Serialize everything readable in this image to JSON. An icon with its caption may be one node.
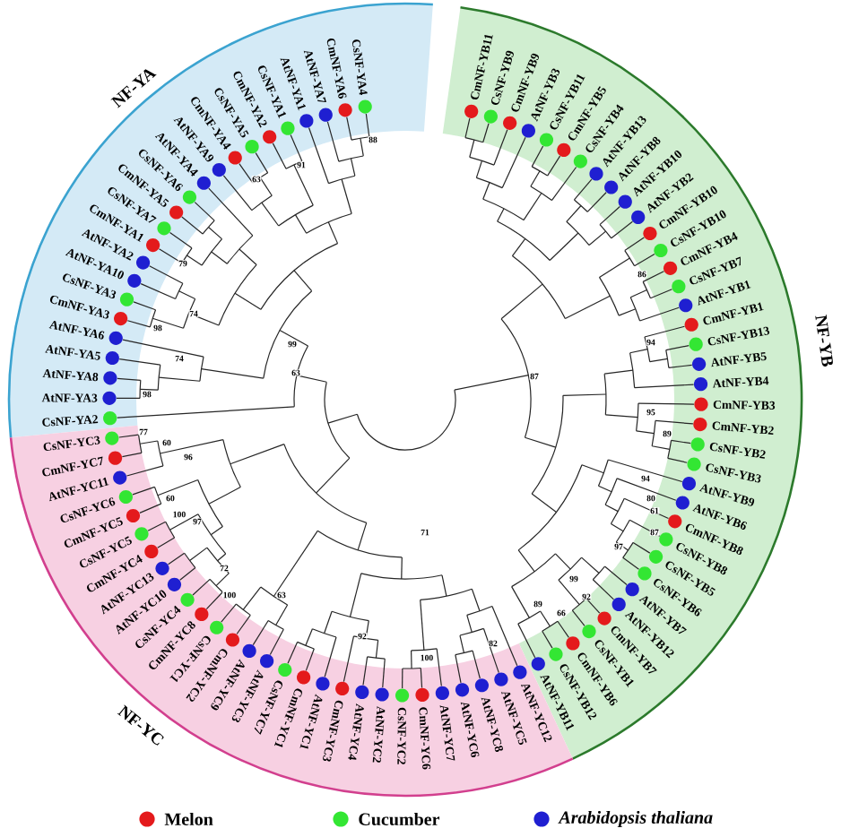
{
  "diagram": {
    "nodes": [
      {
        "text": [
          "NF-YA"
        ]
      },
      {
        "text": [
          "NF-YB"
        ]
      },
      {
        "text": [
          "NF-YC"
        ]
      }
    ],
    "labels": [
      "CsNF-YA2",
      "AtNF-YA3",
      "AtNF-YA8",
      "AtNF-YA5",
      "AtNF-YA6",
      "CmNF-YA3",
      "CsNF-YA3",
      "AtNF-YA10",
      "AtNF-YA2",
      "CmNF-YA1",
      "CsNF-YA7",
      "CmNF-YA5",
      "CsNF-YA6",
      "AtNF-YA4",
      "AtNF-YA9",
      "CmNF-YA4",
      "CsNF-YA5",
      "CmNF-YA2",
      "CsNF-YA1",
      "AtNF-YA1",
      "AtNF-YA7",
      "CmNF-YA6",
      "CsNF-YA4",
      "CmNF-YB11",
      "CsNF-YB9",
      "CmNF-YB9",
      "AtNF-YB3",
      "CsNF-YB11",
      "CmNF-YB5",
      "CsNF-YB4",
      "AtNF-YB13",
      "AtNF-YB8",
      "AtNF-YB10",
      "AtNF-YB2",
      "CmNF-YB10",
      "CsNF-YB10",
      "CmNF-YB4",
      "CsNF-YB7",
      "AtNF-YB1",
      "CmNF-YB1",
      "CsNF-YB13",
      "AtNF-YB5",
      "AtNF-YB4",
      "CmNF-YB3",
      "CsNF-YC3",
      "CmNF-YC7",
      "AtNF-YC11",
      "CsNF-YC6",
      "CmNF-YC5",
      "CsNF-YC5",
      "CmNF-YC4",
      "AtNF-YC13",
      "AtNF-YC10",
      "CsNF-YC4",
      "CmNF-YC8",
      "CsNF-YC1",
      "CmNF-YC2",
      "AtNF-YC9",
      "AtNF-YC3",
      "CsNF-YC7",
      "CmNF-YC1",
      "AtNF-YC1",
      "CmNF-YC3",
      "AtNF-YC4",
      "AtNF-YC2",
      "CsNF-YC2",
      "CmNF-YC6",
      "AtNF-YC7",
      "AtNF-YC6",
      "AtNF-YC8",
      "AtNF-YC5",
      "AtNF-YC12",
      "AtNF-YB11",
      "CsNF-YB12",
      "CmNF-YB6",
      "CsNF-YB1",
      "CmNF-YB7",
      "AtNF-YB12",
      "AtNF-YB7",
      "CsNF-YB6",
      "CsNF-YB5",
      "CsNF-YB8",
      "CmNF-YB8",
      "AtNF-YB6",
      "AtNF-YB9",
      "CsNF-YB3",
      "CsNF-YB2",
      "CmNF-YB2",
      "88",
      "91",
      "63",
      "79",
      "86",
      "74",
      "98",
      "99",
      "94",
      "74",
      "63",
      "87",
      "98",
      "95",
      "77",
      "60",
      "89",
      "96",
      "94",
      "60",
      "80",
      "100",
      "97",
      "61",
      "71",
      "87",
      "97",
      "72",
      "99",
      "100",
      "63",
      "89",
      "92",
      "66",
      "92",
      "82",
      "100"
    ],
    "legend": [
      {
        "text": "Melon",
        "color": "#e41a1c"
      },
      {
        "text": "Cucumber",
        "color": "#33e633"
      },
      {
        "text": "Arabidopsis thaliana",
        "color": "#1f1fd1"
      }
    ]
  }
}
